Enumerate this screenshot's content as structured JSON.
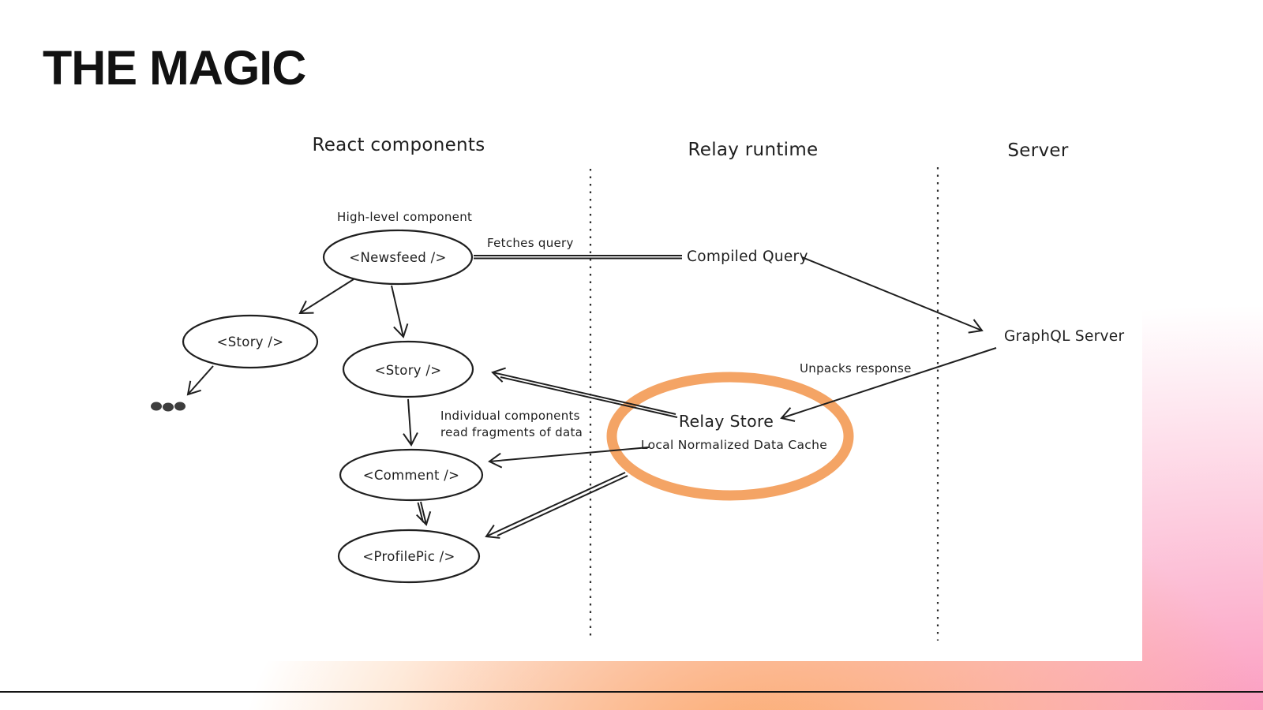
{
  "slide": {
    "title": "THE MAGIC"
  },
  "columns": {
    "react": "React components",
    "relay": "Relay runtime",
    "server": "Server"
  },
  "nodes": {
    "newsfeed": {
      "label": "<Newsfeed />"
    },
    "story_left": {
      "label": "<Story />"
    },
    "story_right": {
      "label": "<Story />"
    },
    "comment": {
      "label": "<Comment />"
    },
    "profile_pic": {
      "label": "<ProfilePic />"
    },
    "compiled_query": {
      "label": "Compiled Query"
    },
    "graphql_server": {
      "label": "GraphQL Server"
    },
    "relay_store": {
      "label": "Relay Store",
      "sublabel": "Local Normalized Data Cache"
    }
  },
  "annotations": {
    "high_level_component": "High-level component",
    "fetches_query": "Fetches query",
    "unpacks_response": "Unpacks response",
    "read_fragments_line1": "Individual components",
    "read_fragments_line2": "read fragments of data"
  },
  "colors": {
    "ink": "#1f1f1f",
    "highlight_ring": "#f4a465",
    "gradient_orange": "#fbaa6a",
    "gradient_pink": "#fb9ec1",
    "footer_rule": "#141414",
    "slide_background": "#ffffff"
  }
}
